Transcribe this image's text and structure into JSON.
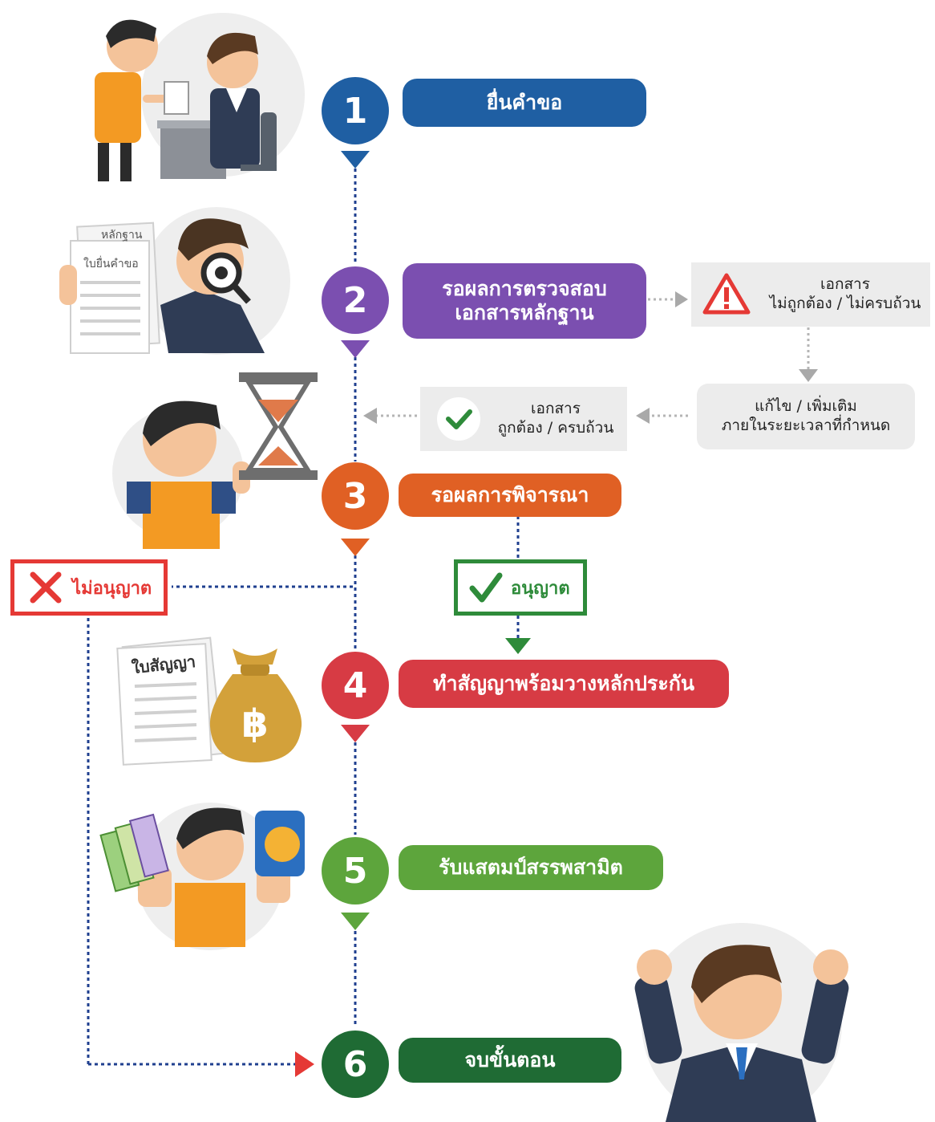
{
  "colors": {
    "step1": "#1f5fa3",
    "step2": "#7b4fb0",
    "step3": "#e06024",
    "step4": "#d73b44",
    "step5": "#5da53c",
    "step6": "#1f6b34",
    "connector": "#1f3f8f",
    "reject": "#e53935",
    "approve": "#2e8b3a"
  },
  "steps": [
    {
      "number": "1",
      "label": "ยื่นคำขอ"
    },
    {
      "number": "2",
      "label_line1": "รอผลการตรวจสอบ",
      "label_line2": "เอกสารหลักฐาน"
    },
    {
      "number": "3",
      "label": "รอผลการพิจารณา"
    },
    {
      "number": "4",
      "label": "ทำสัญญาพร้อมวางหลักประกัน"
    },
    {
      "number": "5",
      "label": "รับแสตมป์สรรพสามิต"
    },
    {
      "number": "6",
      "label": "จบขั้นตอน"
    }
  ],
  "branches": {
    "invalid_docs": {
      "line1": "เอกสาร",
      "line2": "ไม่ถูกต้อง / ไม่ครบถ้วน",
      "icon": "warning-icon"
    },
    "fix_docs": {
      "line1": "แก้ไข / เพิ่มเติม",
      "line2": "ภายในระยะเวลาที่กำหนด"
    },
    "valid_docs": {
      "line1": "เอกสาร",
      "line2": "ถูกต้อง / ครบถ้วน",
      "icon": "check-icon"
    },
    "rejected": {
      "label": "ไม่อนุญาต",
      "icon": "x-icon"
    },
    "approved": {
      "label": "อนุญาต",
      "icon": "check-icon"
    }
  },
  "illustrations": {
    "documents": {
      "label1": "หลักฐาน",
      "label2": "ใบยื่นคำขอ"
    },
    "contract": {
      "label": "ใบสัญญา"
    }
  }
}
